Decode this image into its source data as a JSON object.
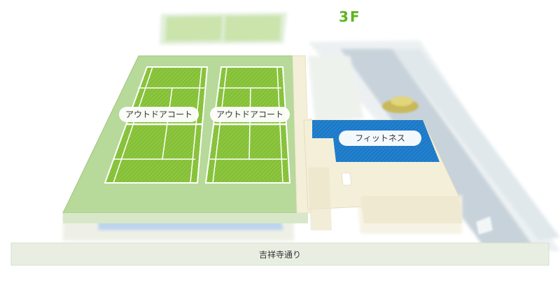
{
  "floor": {
    "label": "3F",
    "accent": "#5bb61e"
  },
  "areas": {
    "court_left": "アウトドアコート",
    "court_right": "アウトドアコート",
    "fitness": "フィットネス"
  },
  "street": {
    "name": "吉祥寺通り"
  },
  "colors": {
    "roof": "#b7d99a",
    "court": "#8cc63f",
    "fitness": "#1f7cc9",
    "corridor": "#f4efd9",
    "street": "#e8efe2"
  },
  "icons": {
    "car": "car-icon"
  }
}
